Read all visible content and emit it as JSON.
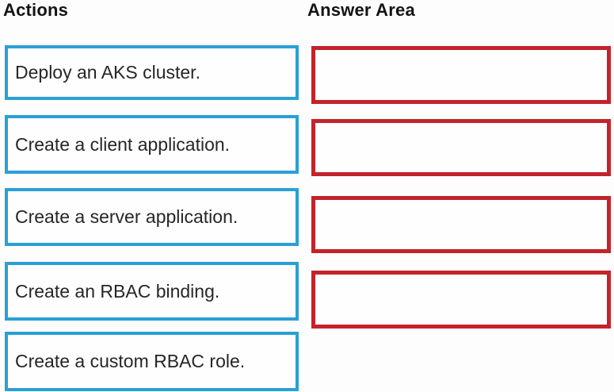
{
  "colors": {
    "action_border": "#2aa0d6",
    "answer_border": "#c4232b",
    "text": "#262626",
    "background": "#fdfdfd"
  },
  "actions_panel": {
    "heading": "Actions",
    "items": [
      "Deploy an AKS cluster.",
      "Create a client application.",
      "Create a server application.",
      "Create an RBAC binding.",
      "Create a custom RBAC role."
    ]
  },
  "answer_panel": {
    "heading": "Answer Area",
    "slots": [
      "",
      "",
      "",
      ""
    ]
  }
}
